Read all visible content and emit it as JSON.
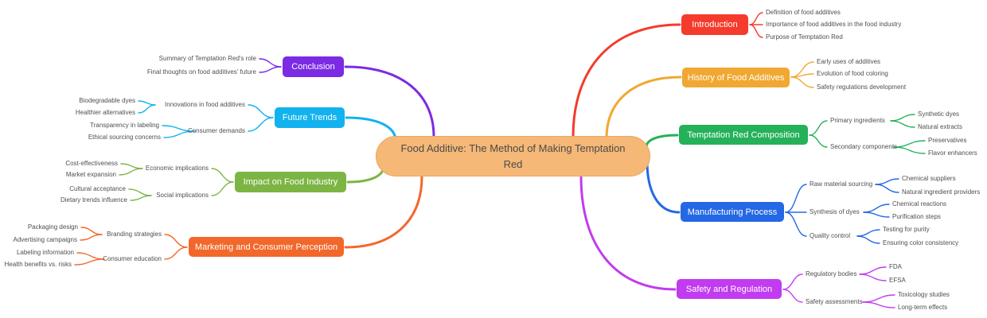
{
  "diagram": {
    "title": "Food Additive: The Method of Making Temptation Red",
    "central": {
      "label": "Food Additive: The Method of Making Temptation Red",
      "fill": "#F5B877",
      "border": "#EDA55C",
      "text_color": "#4A4A4A"
    },
    "branches": [
      {
        "id": "introduction",
        "side": "right",
        "label": "Introduction",
        "color": "#F43B2C",
        "children": [
          {
            "label": "Definition of food additives"
          },
          {
            "label": "Importance of food additives in the food industry"
          },
          {
            "label": "Purpose of Temptation Red"
          }
        ]
      },
      {
        "id": "history",
        "side": "right",
        "label": "History of Food Additives",
        "color": "#F0A832",
        "children": [
          {
            "label": "Early uses of additives"
          },
          {
            "label": "Evolution of food coloring"
          },
          {
            "label": "Safety regulations development"
          }
        ]
      },
      {
        "id": "composition",
        "side": "right",
        "label": "Temptation Red Composition",
        "color": "#24B159",
        "children": [
          {
            "label": "Primary ingredients",
            "children": [
              {
                "label": "Synthetic dyes"
              },
              {
                "label": "Natural extracts"
              }
            ]
          },
          {
            "label": "Secondary components",
            "children": [
              {
                "label": "Preservatives"
              },
              {
                "label": "Flavor enhancers"
              }
            ]
          }
        ]
      },
      {
        "id": "manufacturing",
        "side": "right",
        "label": "Manufacturing Process",
        "color": "#2468E5",
        "children": [
          {
            "label": "Raw material sourcing",
            "children": [
              {
                "label": "Chemical suppliers"
              },
              {
                "label": "Natural ingredient providers"
              }
            ]
          },
          {
            "label": "Synthesis of dyes",
            "children": [
              {
                "label": "Chemical reactions"
              },
              {
                "label": "Purification steps"
              }
            ]
          },
          {
            "label": "Quality control",
            "children": [
              {
                "label": "Testing for purity"
              },
              {
                "label": "Ensuring color consistency"
              }
            ]
          }
        ]
      },
      {
        "id": "safety",
        "side": "right",
        "label": "Safety and Regulation",
        "color": "#C13BF0",
        "children": [
          {
            "label": "Regulatory bodies",
            "children": [
              {
                "label": "FDA"
              },
              {
                "label": "EFSA"
              }
            ]
          },
          {
            "label": "Safety assessments",
            "children": [
              {
                "label": "Toxicology studies"
              },
              {
                "label": "Long-term effects"
              }
            ]
          }
        ]
      },
      {
        "id": "conclusion",
        "side": "left",
        "label": "Conclusion",
        "color": "#7B2BE3",
        "children": [
          {
            "label": "Summary of Temptation Red's role"
          },
          {
            "label": "Final thoughts on food additives' future"
          }
        ]
      },
      {
        "id": "future-trends",
        "side": "left",
        "label": "Future Trends",
        "color": "#12B2EF",
        "children": [
          {
            "label": "Innovations in food additives",
            "children": [
              {
                "label": "Biodegradable dyes"
              },
              {
                "label": "Healthier alternatives"
              }
            ]
          },
          {
            "label": "Consumer demands",
            "children": [
              {
                "label": "Transparency in labeling"
              },
              {
                "label": "Ethical sourcing concerns"
              }
            ]
          }
        ]
      },
      {
        "id": "impact",
        "side": "left",
        "label": "Impact on Food Industry",
        "color": "#7CB544",
        "children": [
          {
            "label": "Economic implications",
            "children": [
              {
                "label": "Cost-effectiveness"
              },
              {
                "label": "Market expansion"
              }
            ]
          },
          {
            "label": "Social implications",
            "children": [
              {
                "label": "Cultural acceptance"
              },
              {
                "label": "Dietary trends influence"
              }
            ]
          }
        ]
      },
      {
        "id": "marketing",
        "side": "left",
        "label": "Marketing and Consumer Perception",
        "color": "#F2682A",
        "children": [
          {
            "label": "Branding strategies",
            "children": [
              {
                "label": "Packaging design"
              },
              {
                "label": "Advertising campaigns"
              }
            ]
          },
          {
            "label": "Consumer education",
            "children": [
              {
                "label": "Labeling information"
              },
              {
                "label": "Health benefits vs. risks"
              }
            ]
          }
        ]
      }
    ]
  }
}
